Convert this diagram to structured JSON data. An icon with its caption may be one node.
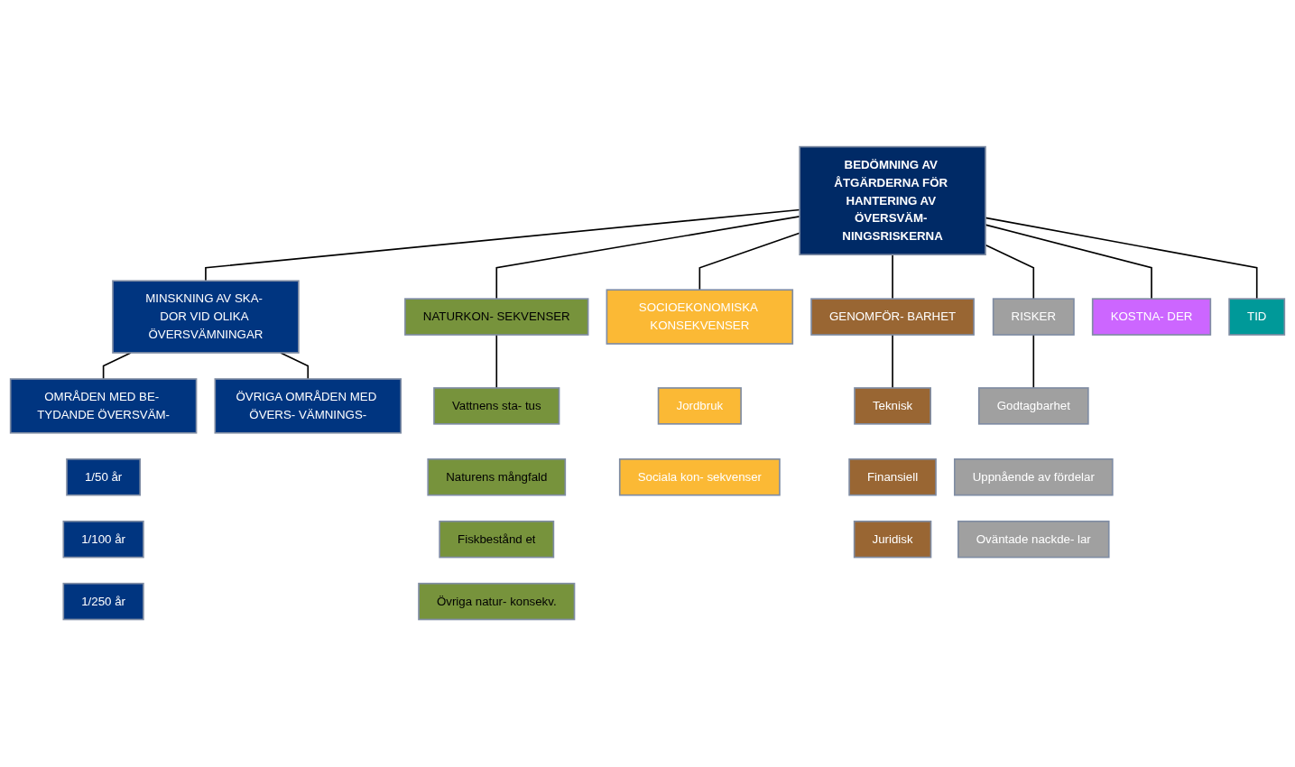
{
  "diagram": {
    "nodes": [
      {
        "text": [
          "BEDÖMNING AV ÅTGÄRDERNA FÖR HANTERING AV ÖVERSVÄM- NINGSRISKERNA"
        ]
      },
      {
        "text": [
          "MINSKNING AV SKA- DOR VID OLIKA ÖVERSVÄMNINGAR"
        ]
      },
      {
        "text": [
          "NATURKON- SEKVENSER"
        ]
      },
      {
        "text": [
          "SOCIOEKONOMISKA KONSEKVENSER"
        ]
      },
      {
        "text": [
          "GENOMFÖR- BARHET"
        ]
      },
      {
        "text": [
          "RISKER"
        ]
      },
      {
        "text": [
          "KOSTNA- DER"
        ]
      },
      {
        "text": [
          "TID"
        ]
      },
      {
        "text": [
          "OMRÅDEN MED BE- TYDANDE ÖVERSVÄM-"
        ]
      },
      {
        "text": [
          "ÖVRIGA OMRÅDEN MED ÖVERS- VÄMNINGS-"
        ]
      },
      {
        "text": [
          "1/50 år"
        ]
      },
      {
        "text": [
          "1/100 år"
        ]
      },
      {
        "text": [
          "1/250 år"
        ]
      },
      {
        "text": [
          "Vattnens sta- tus"
        ]
      },
      {
        "text": [
          "Naturens mångfald"
        ]
      },
      {
        "text": [
          "Fiskbestånd et"
        ]
      },
      {
        "text": [
          "Övriga natur- konsekv."
        ]
      },
      {
        "text": [
          "Jordbruk"
        ]
      },
      {
        "text": [
          "Sociala kon- sekvenser"
        ]
      },
      {
        "text": [
          "Teknisk"
        ]
      },
      {
        "text": [
          "Finansiell"
        ]
      },
      {
        "text": [
          "Juridisk"
        ]
      },
      {
        "text": [
          "Godtagbarhet"
        ]
      },
      {
        "text": [
          "Uppnående av fördelar"
        ]
      },
      {
        "text": [
          "Oväntade nackde- lar"
        ]
      }
    ],
    "edges": [
      {
        "from": 0,
        "to": 1,
        "arrow": "none"
      },
      {
        "from": 0,
        "to": 2,
        "arrow": "none"
      },
      {
        "from": 0,
        "to": 3,
        "arrow": "none"
      },
      {
        "from": 0,
        "to": 4,
        "arrow": "none"
      },
      {
        "from": 0,
        "to": 5,
        "arrow": "none"
      },
      {
        "from": 0,
        "to": 6,
        "arrow": "none"
      },
      {
        "from": 0,
        "to": 7,
        "arrow": "none"
      },
      {
        "from": 1,
        "to": 8,
        "arrow": "none"
      },
      {
        "from": 1,
        "to": 9,
        "arrow": "none"
      },
      {
        "from": 2,
        "to": 13,
        "arrow": "none"
      },
      {
        "from": 4,
        "to": 19,
        "arrow": "none"
      },
      {
        "from": 5,
        "to": 22,
        "arrow": "none"
      }
    ]
  }
}
